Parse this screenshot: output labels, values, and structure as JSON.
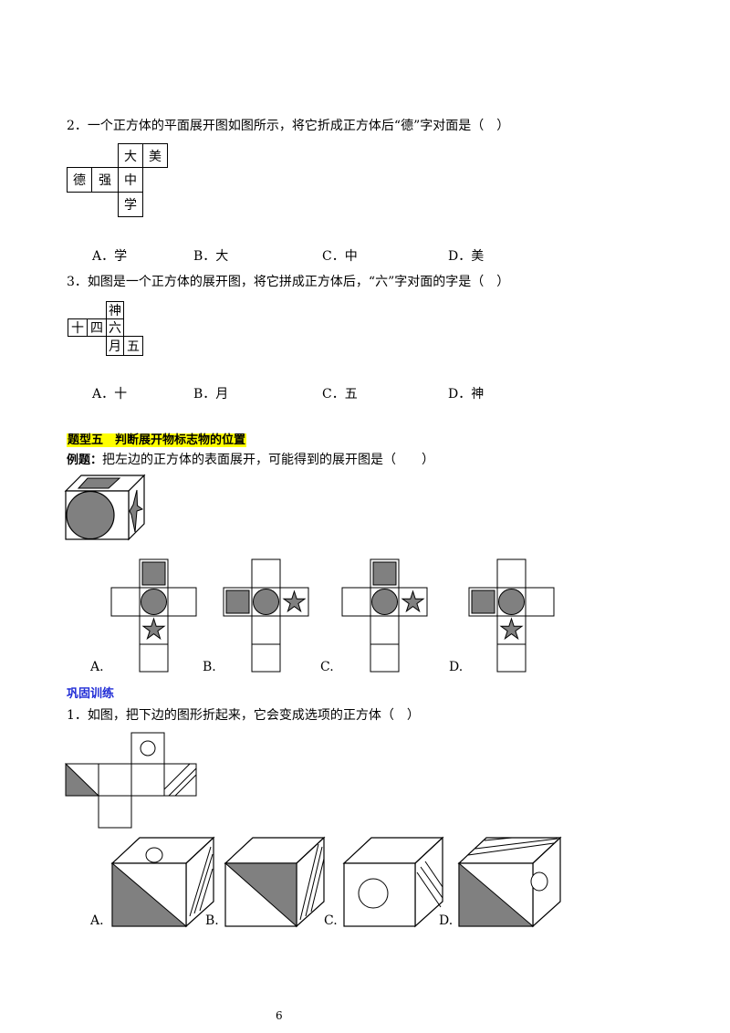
{
  "q2": {
    "question": "2．一个正方体的平面展开图如图所示，将它折成正方体后“德”字对面是（　）",
    "cells": [
      "大",
      "美",
      "德",
      "强",
      "中",
      "学"
    ],
    "options": [
      "A．学",
      "B．大",
      "C．中",
      "D．美"
    ]
  },
  "q3": {
    "question": "3．如图是一个正方体的展开图，将它拼成正方体后，“六”字对面的字是（　）",
    "cells": [
      "神",
      "十",
      "四",
      "六",
      "月",
      "五"
    ],
    "options": [
      "A．十",
      "B．月",
      "C．五",
      "D．神"
    ]
  },
  "section5": {
    "heading": "题型五　判断展开物标志物的位置",
    "example_label": "例题：",
    "example_text": "把左边的正方体的表面展开，可能得到的展开图是（　　）",
    "options": [
      "A.",
      "B.",
      "C.",
      "D."
    ]
  },
  "practice": {
    "heading": "巩固训练",
    "question": "1．如图，把下边的图形折起来，它会变成选项的正方体（　）",
    "options": [
      "A.",
      "B.",
      "C.",
      "D."
    ]
  },
  "colors": {
    "fill_gray": "#808080",
    "highlight": "#ffff00",
    "heading_blue": "#1f2bd6"
  },
  "page_number": "6"
}
